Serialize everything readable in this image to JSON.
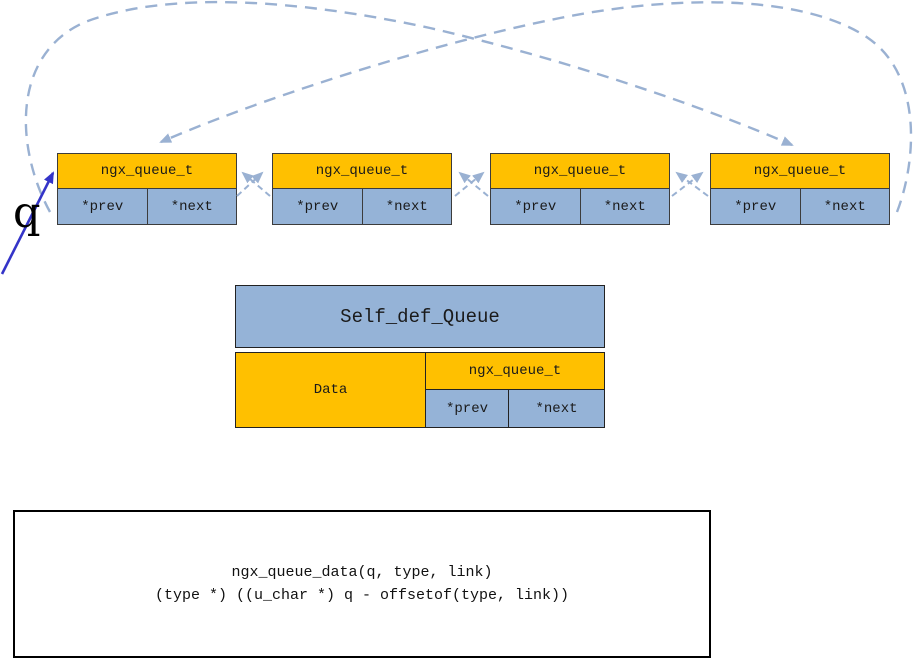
{
  "diagram": {
    "list_nodes": [
      {
        "header": "ngx_queue_t",
        "prev": "*prev",
        "next": "*next"
      },
      {
        "header": "ngx_queue_t",
        "prev": "*prev",
        "next": "*next"
      },
      {
        "header": "ngx_queue_t",
        "prev": "*prev",
        "next": "*next"
      },
      {
        "header": "ngx_queue_t",
        "prev": "*prev",
        "next": "*next"
      }
    ],
    "pointer_label": "q",
    "struct": {
      "title": "Self_def_Queue",
      "data_label": "Data",
      "queue_header": "ngx_queue_t",
      "prev": "*prev",
      "next": "*next"
    },
    "code_box": {
      "line1": "ngx_queue_data(q, type, link)",
      "line2": "(type *) ((u_char *) q - offsetof(type, link))"
    },
    "colors": {
      "header_fill": "#FFC000",
      "cell_fill": "#95B3D7",
      "dash_stroke": "#9AB1D2",
      "pointer_stroke": "#3434C8",
      "box_border": "#3c3c3c"
    }
  }
}
